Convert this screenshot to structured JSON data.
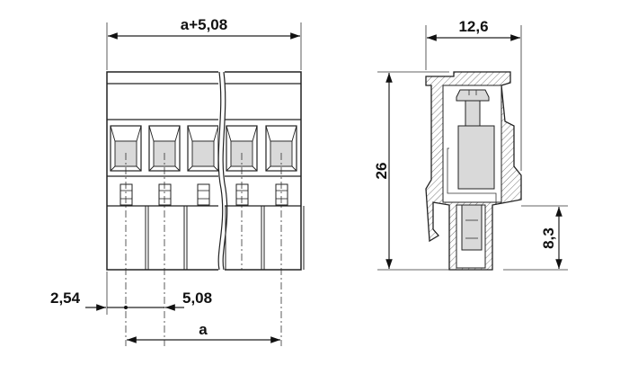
{
  "dimensions": {
    "overall_width": "a+5,08",
    "offset": "2,54",
    "pitch": "5,08",
    "pin_span": "a",
    "depth": "12,6",
    "height": "26",
    "pin_height": "8,3"
  },
  "pole_count_shown": 5,
  "colors": {
    "line": "#222222",
    "fill_grey": "#d9d9d9"
  }
}
